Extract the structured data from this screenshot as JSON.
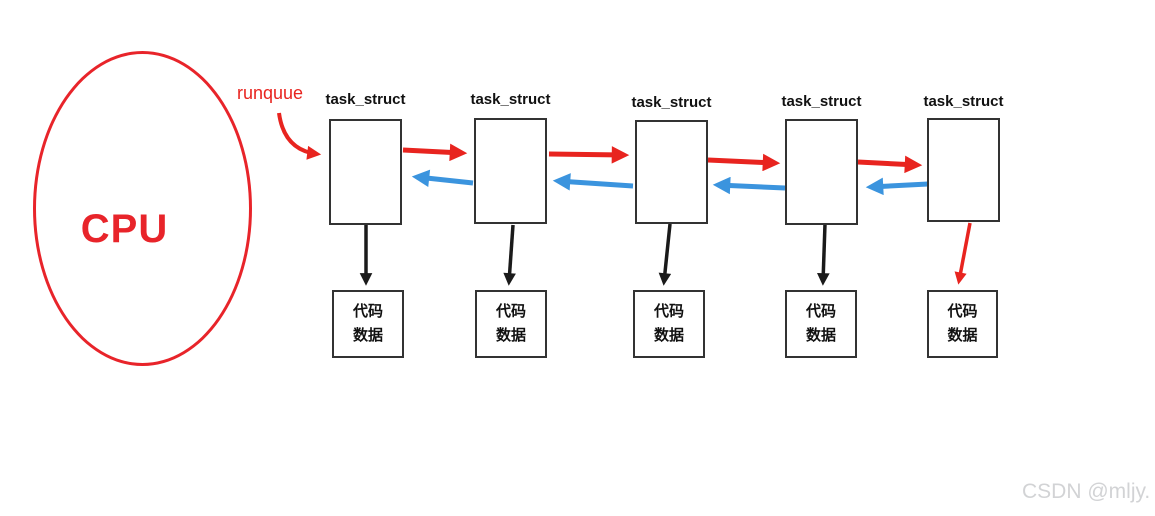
{
  "diagram": {
    "cpu": {
      "label": "CPU"
    },
    "runqueue": {
      "label": "runquue"
    },
    "nodes": [
      {
        "label": "task_struct",
        "memory": [
          "代码",
          "数据"
        ]
      },
      {
        "label": "task_struct",
        "memory": [
          "代码",
          "数据"
        ]
      },
      {
        "label": "task_struct",
        "memory": [
          "代码",
          "数据"
        ]
      },
      {
        "label": "task_struct",
        "memory": [
          "代码",
          "数据"
        ]
      },
      {
        "label": "task_struct",
        "memory": [
          "代码",
          "数据"
        ]
      }
    ],
    "watermark": "CSDN @mljy."
  },
  "colors": {
    "next_arrow": "#e8241f",
    "prev_arrow": "#3b94de",
    "down_arrow": "#1a1a1a",
    "last_down_arrow": "#e8241f",
    "cpu_outline": "#e8242a",
    "box_border": "#333333",
    "watermark": "#d2d3d5"
  }
}
